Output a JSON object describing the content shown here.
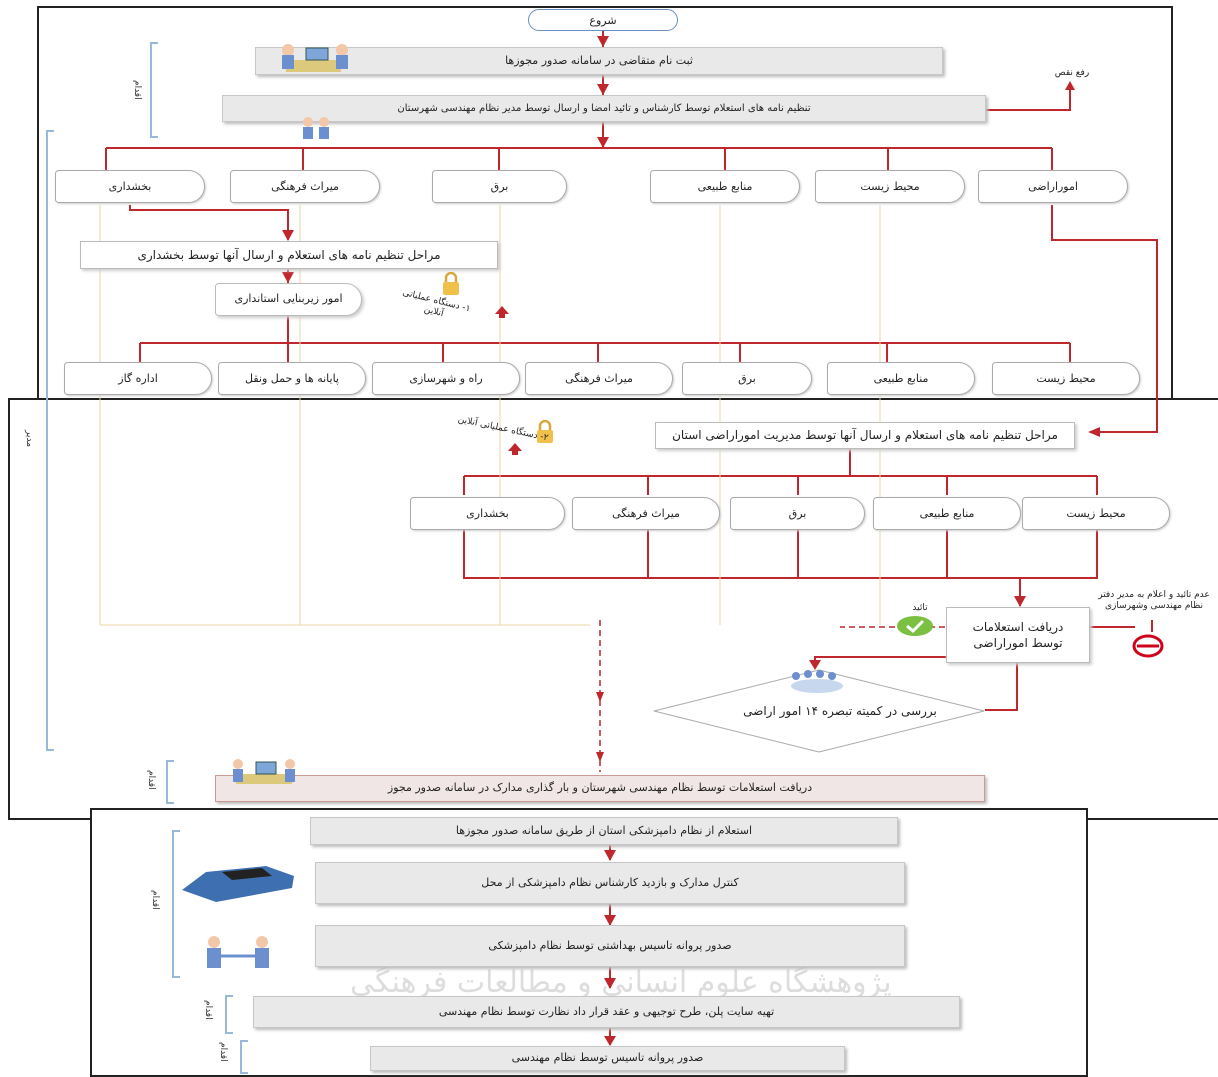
{
  "diagram": {
    "start": "شروع",
    "register": "ثبت نام متقاضی در سامانه صدور مجوزها",
    "inquiry_prep": "تنظیم نامه های استعلام توسط کارشناس و تائید امضا و ارسال توسط مدیر نظام مهندسی شهرستان",
    "fix_defect": "رفع نقص",
    "departments_top": [
      "اموراراضی",
      "محیط زیست",
      "منابع طبیعی",
      "برق",
      "میراث فرهنگی",
      "بخشداری"
    ],
    "district_steps": "مراحل تنظیم نامه های استعلام و ارسال آنها توسط بخشداری",
    "governorate": "امور زیربنایی استانداری",
    "lock_note_1": "۱- دستگاه عملیاتی آنلاین",
    "departments_gov": [
      "محیط زیست",
      "منابع طبیعی",
      "برق",
      "میراث فرهنگی",
      "راه و شهرسازی",
      "پایانه ها و حمل ونقل",
      "اداره گاز"
    ],
    "land_steps": "مراحل تنظیم نامه های استعلام و ارسال آنها توسط مدیریت اموراراضی استان",
    "lock_note_2": "۲- دستگاه عملیاتی آنلاین",
    "departments_land": [
      "محیط زیست",
      "منابع طبیعی",
      "برق",
      "میراث فرهنگی",
      "بخشداری"
    ],
    "receive_land": "دریافت استعلامات توسط اموراراضی",
    "approve": "تائید",
    "reject_note": "عدم تائید و اعلام به مدیر دفتر نظام مهندسی وشهرسازی",
    "commission": "بررسی در کمیته تبصره ۱۴ امور اراضی",
    "receive_eng": "دریافت استعلامات توسط نظام مهندسی شهرستان و بار گذاری مدارک در سامانه صدور مجوز",
    "vet_inquiry": "استعلام از نظام دامپزشکی استان از طریق سامانه صدور مجوزها",
    "control_docs": "کنترل مدارک و بازدید کارشناس نظام دامپزشکی از محل",
    "health_license": "صدور پروانه تاسیس بهداشتی توسط نظام دامپزشکی",
    "site_plan": "تهیه سایت پلن، طرح توجیهی و عقد قرار داد نظارت توسط نظام مهندسی",
    "eng_license": "صدور پروانه تاسیس توسط نظام مهندسی",
    "phase_label": "اقدام",
    "phase_label2": "مدیر",
    "watermark": "پژوهشگاه علوم انسانی و مطالعات فرهنگی"
  },
  "colors": {
    "line": "#c0272d",
    "accent": "#6a8fc0"
  }
}
